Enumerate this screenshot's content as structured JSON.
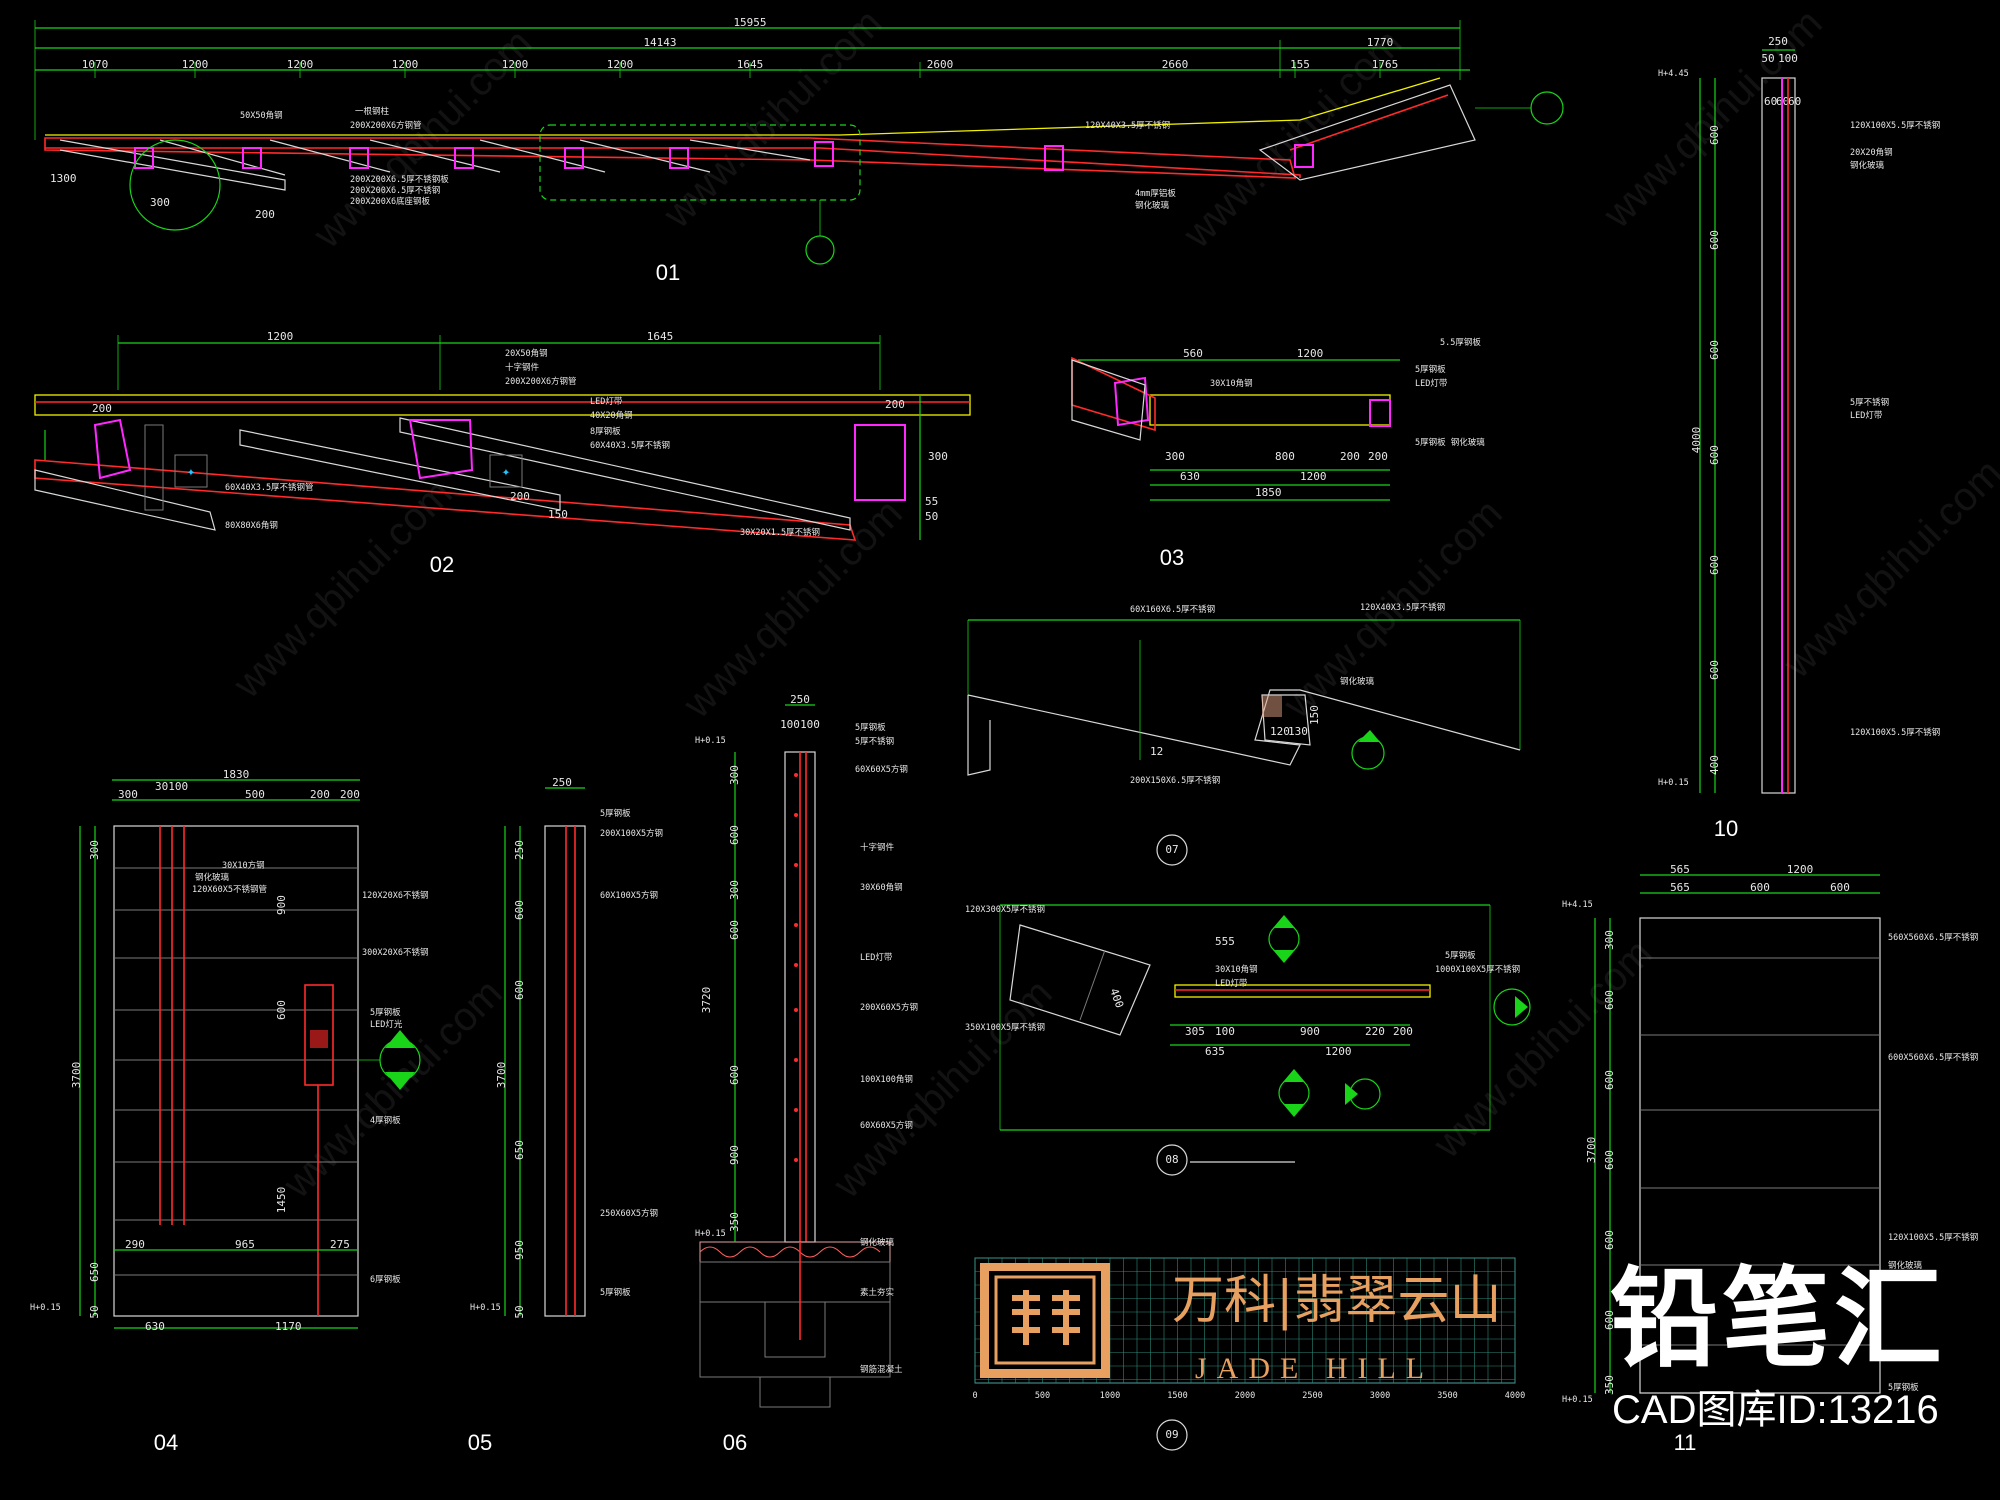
{
  "title_labels": {
    "d01": "01",
    "d02": "02",
    "d03": "03",
    "d04": "04",
    "d05": "05",
    "d06": "06",
    "d07": "07",
    "d08": "08",
    "d09": "09",
    "d10": "10",
    "d11": "11"
  },
  "detail01": {
    "total": "15955",
    "sub": "14143",
    "right_dim": "1770",
    "segments": [
      "1070",
      "1200",
      "1200",
      "1200",
      "1200",
      "1200",
      "1645",
      "2600",
      "2660",
      "155",
      "1765"
    ],
    "left_dims": [
      "1300",
      "300",
      "200"
    ],
    "notes": [
      "50X50角钢",
      "一根钢柱",
      "200X200X6方钢管",
      "200X200X6.5厚不锈钢板",
      "200X200X6.5厚不锈钢",
      "200X200X6底座钢板",
      "120X40X3.5厚不锈钢",
      "4mm厚铝板",
      "钢化玻璃"
    ]
  },
  "detail02": {
    "dim_a": "1200",
    "dim_b": "1645",
    "side_dims": [
      "200",
      "200",
      "300",
      "200",
      "150",
      "55",
      "50"
    ],
    "notes": [
      "20X50角钢",
      "十字钢件",
      "200X200X6方钢管",
      "LED灯带",
      "40X20角钢",
      "8厚钢板",
      "60X40X3.5厚不锈钢",
      "60X40X3.5厚不锈钢管",
      "80X80X6角钢",
      "30X20X1.5厚不锈钢"
    ]
  },
  "detail03": {
    "top_dims": [
      "560",
      "1200"
    ],
    "bottom_dims": [
      "300",
      "630",
      "800",
      "200",
      "200",
      "1200",
      "1850"
    ],
    "notes": [
      "5.5厚钢板",
      "30X10角钢",
      "5厚钢板",
      "LED灯带",
      "5厚钢板 钢化玻璃"
    ]
  },
  "detail04": {
    "width": "1830",
    "top_dims": [
      "300",
      "30100",
      "500",
      "200",
      "200"
    ],
    "height": "3700",
    "side_dims": [
      "300",
      "600",
      "900",
      "1450",
      "650",
      "50"
    ],
    "bottom_dims": [
      "290",
      "965",
      "275",
      "630",
      "1170"
    ],
    "level": "H+0.15",
    "notes": [
      "30X10方钢",
      "钢化玻璃",
      "120X60X5不锈钢管",
      "120X20X6不锈钢",
      "300X20X6不锈钢",
      "5厚钢板",
      "LED灯光",
      "4厚钢板",
      "6厚钢板"
    ]
  },
  "detail05": {
    "width": "250",
    "height": "3700",
    "side_dims": [
      "250",
      "600",
      "600",
      "650",
      "950",
      "50"
    ],
    "level": "H+0.15",
    "notes": [
      "5厚钢板",
      "200X100X5方钢",
      "60X100X5方钢",
      "250X60X5方钢",
      "5厚钢板"
    ]
  },
  "detail06": {
    "width": "250",
    "sub": [
      "100",
      "100"
    ],
    "height": "3720",
    "side_dims": [
      "300",
      "600",
      "300",
      "600",
      "600",
      "900",
      "350"
    ],
    "level": "H+0.15",
    "notes": [
      "5厚钢板",
      "5厚不锈钢",
      "60X60X5方钢",
      "十字钢件",
      "30X60角钢",
      "LED灯带",
      "200X60X5方钢",
      "100X100角钢",
      "60X60X5方钢",
      "钢化玻璃",
      "素土夯实",
      "钢筋混凝土"
    ]
  },
  "detail07": {
    "tag": "07",
    "dims": [
      "120",
      "130",
      "150",
      "12"
    ],
    "notes": [
      "60X160X6.5厚不锈钢",
      "120X40X3.5厚不锈钢",
      "钢化玻璃",
      "200X150X6.5厚不锈钢"
    ]
  },
  "detail08": {
    "tag": "08",
    "dims": [
      "555",
      "305",
      "100",
      "900",
      "220",
      "200",
      "635",
      "1200",
      "400"
    ],
    "notes": [
      "120X300X5厚不锈钢",
      "5厚钢板",
      "1000X100X5厚不锈钢",
      "30X10角钢",
      "LED灯带",
      "350X100X5厚不锈钢"
    ]
  },
  "detail09": {
    "tag": "09",
    "logo_cn": "万科|翡翠云山",
    "logo_en": "JADE HILL",
    "scale_ticks": [
      "0",
      "500",
      "1000",
      "1500",
      "2000",
      "2500",
      "3000",
      "3500",
      "4000"
    ]
  },
  "detail10": {
    "width": "250",
    "sub": [
      "50",
      "100"
    ],
    "inner": [
      "60",
      "60",
      "60"
    ],
    "height": "4000",
    "side_dims": [
      "600",
      "600",
      "600",
      "600",
      "600",
      "600",
      "400"
    ],
    "level": "H+0.15",
    "top_level": "H+4.45",
    "notes": [
      "120X100X5.5厚不锈钢",
      "20X20角钢",
      "钢化玻璃",
      "5厚不锈钢",
      "LED灯带",
      "120X100X5.5厚不锈钢"
    ]
  },
  "detail11": {
    "width": "1200",
    "sub": [
      "565",
      "600",
      "600"
    ],
    "height": "3700",
    "side_dims": [
      "300",
      "600",
      "600",
      "600",
      "600",
      "600",
      "350"
    ],
    "level": "H+0.15",
    "top_level": "H+4.15",
    "notes": [
      "560X560X6.5厚不锈钢",
      "600X560X6.5厚不锈钢",
      "120X100X5.5厚不锈钢",
      "钢化玻璃",
      "5厚钢板"
    ]
  },
  "watermark": "www.qbihui.com",
  "brand": {
    "name": "铅笔汇",
    "id_text": "CAD图库ID:13216"
  },
  "colors": {
    "background": "#000000",
    "dimension": "#19d419",
    "steel": "#ff2a2a",
    "glass": "#f2f200",
    "section": "#ff28ff",
    "logo_tan": "#e8a060"
  }
}
